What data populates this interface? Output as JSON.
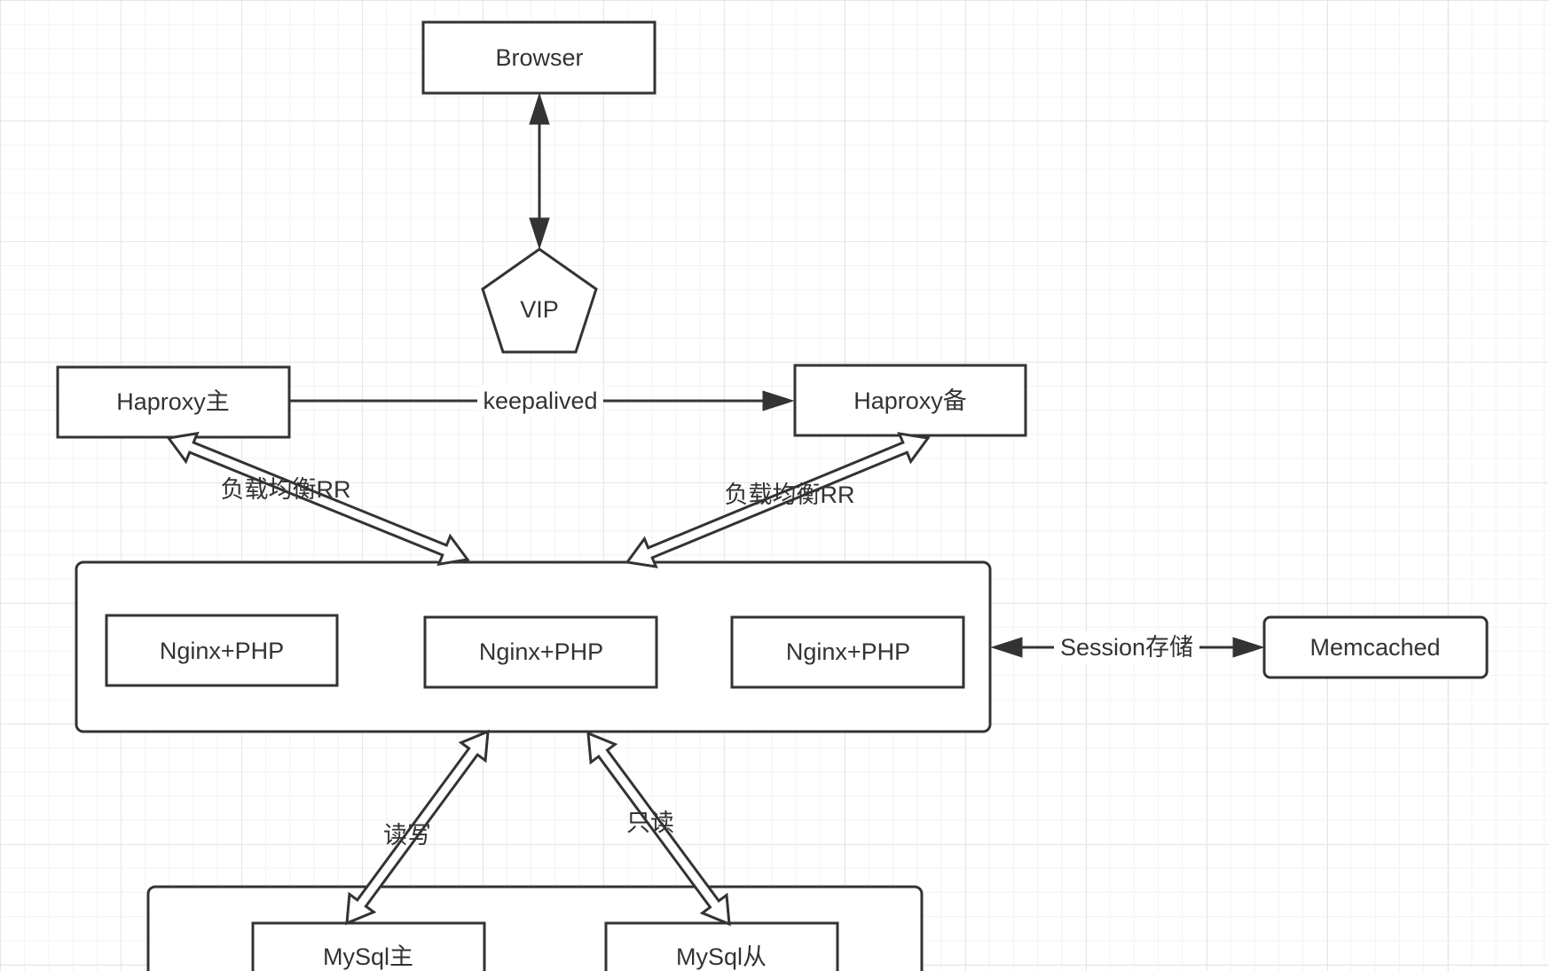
{
  "nodes": {
    "browser": "Browser",
    "vip": "VIP",
    "haproxy_master": "Haproxy主",
    "haproxy_backup": "Haproxy备",
    "web_1": "Nginx+PHP",
    "web_2": "Nginx+PHP",
    "web_3": "Nginx+PHP",
    "memcached": "Memcached",
    "mysql_master": "MySql主",
    "mysql_slave": "MySql从"
  },
  "edges": {
    "keepalived": "keepalived",
    "lb_left": "负载均衡RR",
    "lb_right": "负载均衡RR",
    "session": "Session存储",
    "read_write": "读写",
    "read_only": "只读"
  },
  "colors": {
    "stroke": "#333333",
    "fill": "#ffffff",
    "grid": "#e6e6e6"
  }
}
